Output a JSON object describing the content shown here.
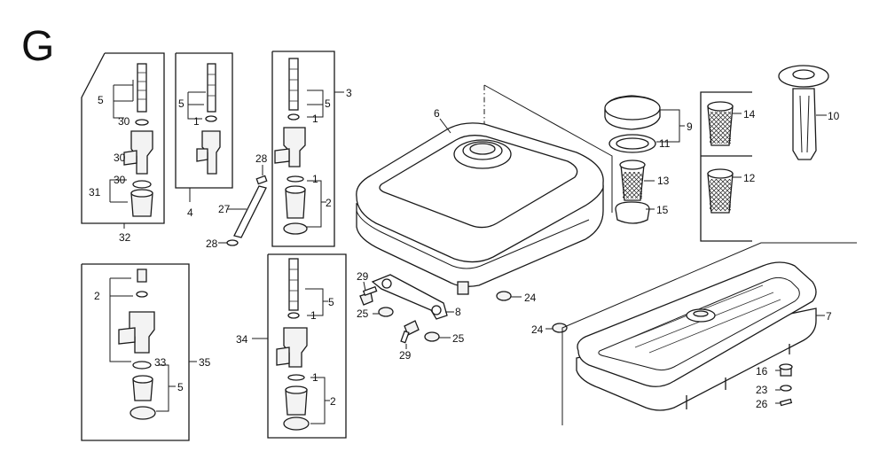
{
  "diagram": {
    "section_letter": "G",
    "callouts": {
      "c1a": "1",
      "c1b": "1",
      "c1c": "1",
      "c1d": "1",
      "c1e": "1",
      "c2a": "2",
      "c2b": "2",
      "c2c": "2",
      "c3": "3",
      "c4": "4",
      "c5a": "5",
      "c5b": "5",
      "c5c": "5",
      "c5d": "5",
      "c5e": "5",
      "c6": "6",
      "c7": "7",
      "c8": "8",
      "c9": "9",
      "c10": "10",
      "c11": "11",
      "c12": "12",
      "c13": "13",
      "c14": "14",
      "c15": "15",
      "c16": "16",
      "c23": "23",
      "c24a": "24",
      "c24b": "24",
      "c25a": "25",
      "c25b": "25",
      "c26": "26",
      "c27": "27",
      "c28a": "28",
      "c28b": "28",
      "c29a": "29",
      "c29b": "29",
      "c30a": "30",
      "c30b": "30",
      "c30c": "30",
      "c31": "31",
      "c32": "32",
      "c33": "33",
      "c34": "34",
      "c35": "35"
    }
  }
}
